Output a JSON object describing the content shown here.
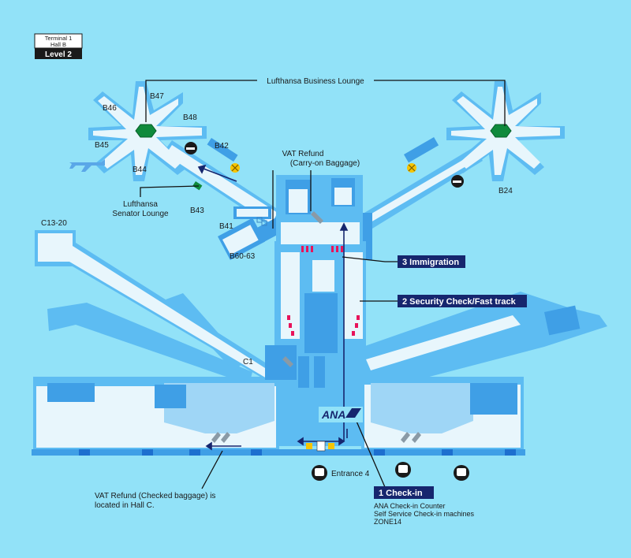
{
  "badge": {
    "line1": "Terminal 1",
    "line2": "Hall B",
    "level": "Level 2"
  },
  "labels": {
    "business_lounge": "Lufthansa Business Lounge",
    "senator_lounge_line1": "Lufthansa",
    "senator_lounge_line2": "Senator Lounge",
    "vat_refund_line1": "VAT Refund",
    "vat_refund_line2": "(Carry-on Baggage)",
    "vat_checked_line1": "VAT Refund (Checked baggage) is",
    "vat_checked_line2": "located in Hall C.",
    "entrance": "Entrance 4",
    "ana_logo": "ANA"
  },
  "gates": {
    "b46": "B46",
    "b47": "B47",
    "b48": "B48",
    "b45": "B45",
    "b44": "B44",
    "b42": "B42",
    "b43": "B43",
    "b41": "B41",
    "b60_63": "B60-63",
    "c13_20": "C13-20",
    "c1": "C1",
    "b24": "B24"
  },
  "steps": {
    "immigration": "3 Immigration",
    "security": "2 Security Check/Fast track",
    "checkin": "1 Check-in",
    "checkin_sub1": "ANA Check-in Counter",
    "checkin_sub2": "Self Service Check-in machines",
    "checkin_sub3": "ZONE14"
  },
  "colors": {
    "background": "#92e2f8",
    "step_box": "#16266e",
    "route": "#16266e",
    "lounge": "#0f8a3c",
    "security_lanes": "#e8135a"
  },
  "icons": [
    "airplane-icon",
    "smoking-icon",
    "restaurant-icon",
    "train-icon",
    "escalator-icon",
    "lounge-marker-icon"
  ]
}
